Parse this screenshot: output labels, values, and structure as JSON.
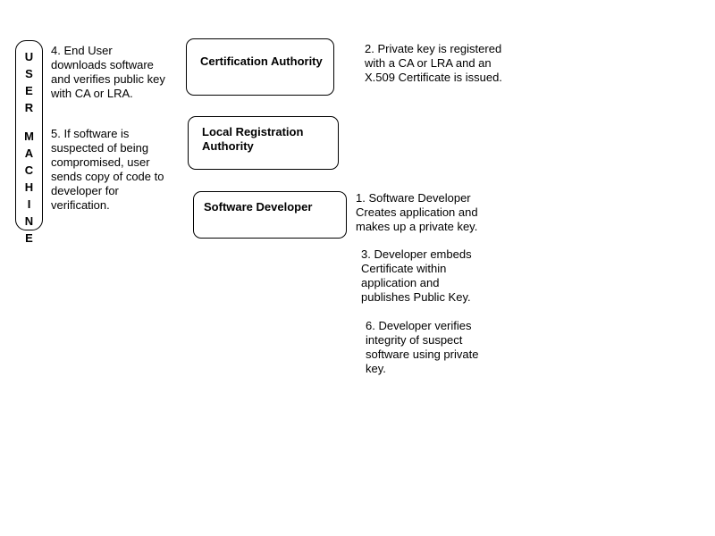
{
  "diagram": {
    "colors": {
      "background": "#ffffff",
      "line": "#000000",
      "text": "#000000"
    },
    "user_machine": {
      "word1": "USER",
      "word2": "MACHINE"
    },
    "boxes": {
      "certification_authority": "Certification Authority",
      "local_registration_authority": "Local Registration\nAuthority",
      "software_developer": "Software Developer"
    },
    "notes": {
      "step4": "4. End User\ndownloads software\nand verifies public key\nwith CA or LRA.",
      "step5": "5. If software is\nsuspected of being\ncompromised, user\nsends copy of code to\ndeveloper for\nverification.",
      "step2": "2. Private key is registered\nwith a CA or LRA and an\nX.509 Certificate is issued.",
      "step1": "1. Software Developer\nCreates application and\nmakes up a private key.",
      "step3": "3. Developer embeds\nCertificate within\napplication and\npublishes Public Key.",
      "step6": "6. Developer verifies\nintegrity of suspect\nsoftware using private\nkey."
    }
  }
}
